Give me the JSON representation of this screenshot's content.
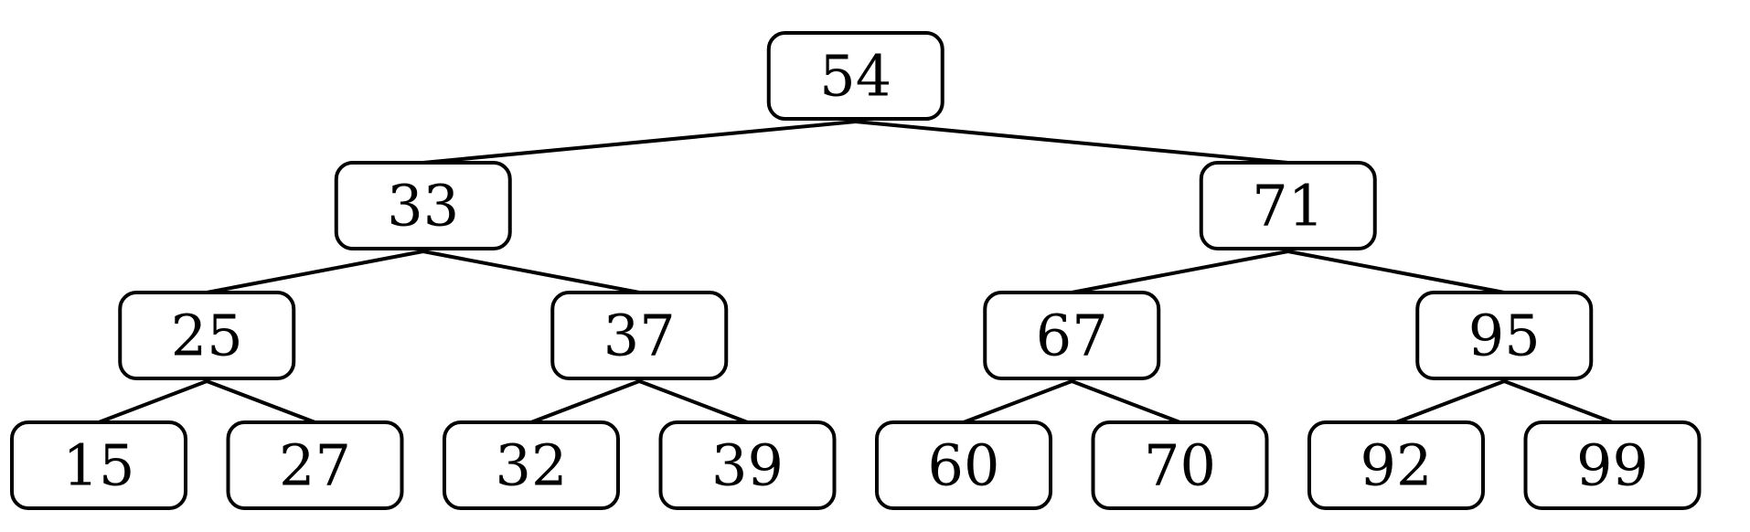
{
  "tree": {
    "nodes": [
      {
        "id": "n54",
        "label": "54",
        "depth": 0,
        "order": 0
      },
      {
        "id": "n33",
        "label": "33",
        "depth": 1,
        "order": 0
      },
      {
        "id": "n71",
        "label": "71",
        "depth": 1,
        "order": 1
      },
      {
        "id": "n25",
        "label": "25",
        "depth": 2,
        "order": 0
      },
      {
        "id": "n37",
        "label": "37",
        "depth": 2,
        "order": 1
      },
      {
        "id": "n67",
        "label": "67",
        "depth": 2,
        "order": 2
      },
      {
        "id": "n95",
        "label": "95",
        "depth": 2,
        "order": 3
      },
      {
        "id": "n15",
        "label": "15",
        "depth": 3,
        "order": 0
      },
      {
        "id": "n27",
        "label": "27",
        "depth": 3,
        "order": 1
      },
      {
        "id": "n32",
        "label": "32",
        "depth": 3,
        "order": 2
      },
      {
        "id": "n39",
        "label": "39",
        "depth": 3,
        "order": 3
      },
      {
        "id": "n60",
        "label": "60",
        "depth": 3,
        "order": 4
      },
      {
        "id": "n70",
        "label": "70",
        "depth": 3,
        "order": 5
      },
      {
        "id": "n92",
        "label": "92",
        "depth": 3,
        "order": 6
      },
      {
        "id": "n99",
        "label": "99",
        "depth": 3,
        "order": 7
      }
    ],
    "edges": [
      {
        "from": "n54",
        "to": "n33"
      },
      {
        "from": "n54",
        "to": "n71"
      },
      {
        "from": "n33",
        "to": "n25"
      },
      {
        "from": "n33",
        "to": "n37"
      },
      {
        "from": "n71",
        "to": "n67"
      },
      {
        "from": "n71",
        "to": "n95"
      },
      {
        "from": "n25",
        "to": "n15"
      },
      {
        "from": "n25",
        "to": "n27"
      },
      {
        "from": "n37",
        "to": "n32"
      },
      {
        "from": "n37",
        "to": "n39"
      },
      {
        "from": "n67",
        "to": "n60"
      },
      {
        "from": "n67",
        "to": "n70"
      },
      {
        "from": "n95",
        "to": "n92"
      },
      {
        "from": "n95",
        "to": "n99"
      }
    ]
  }
}
